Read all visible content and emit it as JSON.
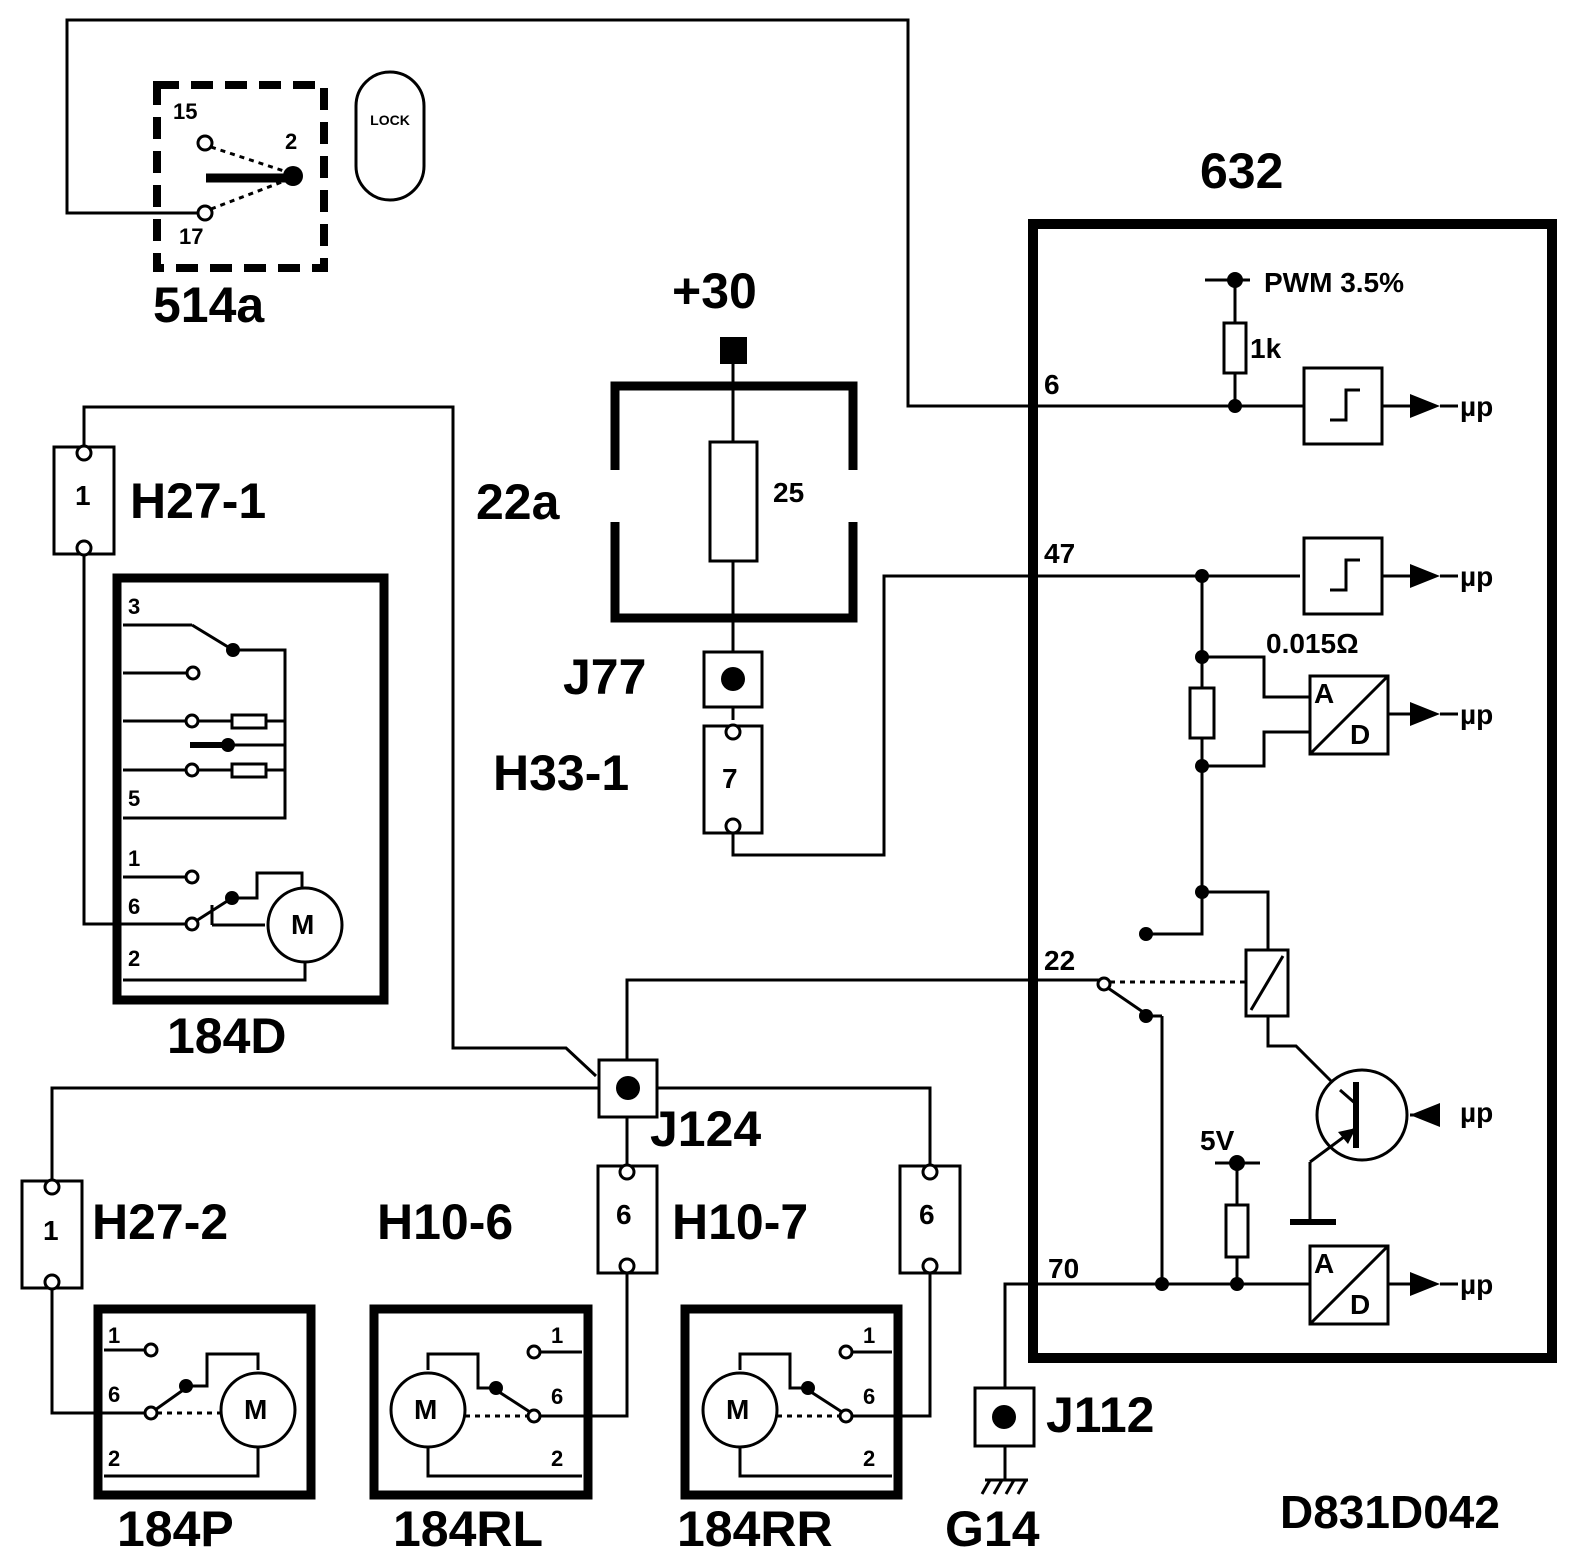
{
  "drawing_code": "D831D042",
  "supply": "+30",
  "switch_514a": {
    "label": "514a",
    "pin_15": "15",
    "pin_2": "2",
    "pin_17": "17",
    "key_text": "LOCK"
  },
  "fuse_box": {
    "label": "22a",
    "fuse_rating": "25"
  },
  "connectors": {
    "j77": "J77",
    "h33_1": "H33-1",
    "h33_1_pin": "7",
    "h27_1": "H27-1",
    "h27_1_pin": "1",
    "h27_2": "H27-2",
    "h27_2_pin": "1",
    "h10_6": "H10-6",
    "h10_6_pin": "6",
    "h10_7": "H10-7",
    "h10_7_pin": "6",
    "j124": "J124",
    "j112": "J112",
    "g14": "G14"
  },
  "ecu": {
    "label": "632",
    "pin_6": "6",
    "pin_47": "47",
    "pin_22": "22",
    "pin_70": "70",
    "pwm": "PWM 3.5%",
    "pullup": "1k",
    "shunt": "0.015Ω",
    "vref": "5V",
    "mp": "µp",
    "ad_a": "A",
    "ad_d": "D"
  },
  "motors": {
    "m184d": {
      "label": "184D",
      "pins": [
        "3",
        "5",
        "1",
        "6",
        "2"
      ],
      "motor": "M"
    },
    "m184p": {
      "label": "184P",
      "pins": [
        "1",
        "6",
        "2"
      ],
      "motor": "M"
    },
    "m184rl": {
      "label": "184RL",
      "pins": [
        "1",
        "6",
        "2"
      ],
      "motor": "M"
    },
    "m184rr": {
      "label": "184RR",
      "pins": [
        "1",
        "6",
        "2"
      ],
      "motor": "M"
    }
  }
}
